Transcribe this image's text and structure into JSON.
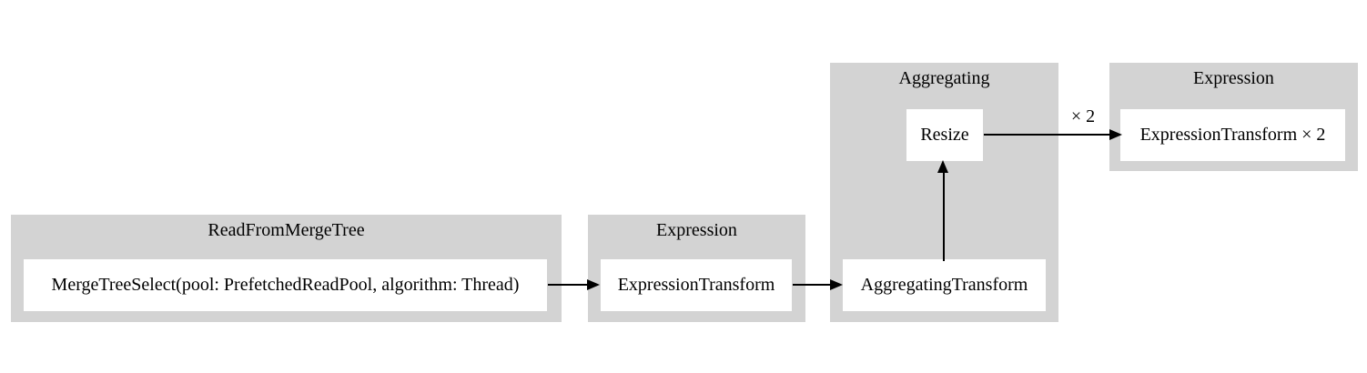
{
  "diagram": {
    "type": "query-pipeline-graph",
    "background_color": "#ffffff",
    "cluster_fill_color": "#d3d3d3",
    "node_fill_color": "#ffffff",
    "edge_color": "#000000",
    "text_color": "#000000",
    "clusters": [
      {
        "title": "ReadFromMergeTree",
        "nodes": [
          {
            "label": "MergeTreeSelect(pool: PrefetchedReadPool, algorithm: Thread)"
          }
        ]
      },
      {
        "title": "Expression",
        "nodes": [
          {
            "label": "ExpressionTransform"
          }
        ]
      },
      {
        "title": "Aggregating",
        "nodes": [
          {
            "label": "Resize"
          },
          {
            "label": "AggregatingTransform"
          }
        ]
      },
      {
        "title": "Expression",
        "nodes": [
          {
            "label": "ExpressionTransform × 2"
          }
        ]
      }
    ],
    "edges": [
      {
        "from": "MergeTreeSelect(pool: PrefetchedReadPool, algorithm: Thread)",
        "to": "ExpressionTransform",
        "label": ""
      },
      {
        "from": "ExpressionTransform",
        "to": "AggregatingTransform",
        "label": ""
      },
      {
        "from": "AggregatingTransform",
        "to": "Resize",
        "label": ""
      },
      {
        "from": "Resize",
        "to": "ExpressionTransform × 2",
        "label": "× 2"
      }
    ]
  }
}
